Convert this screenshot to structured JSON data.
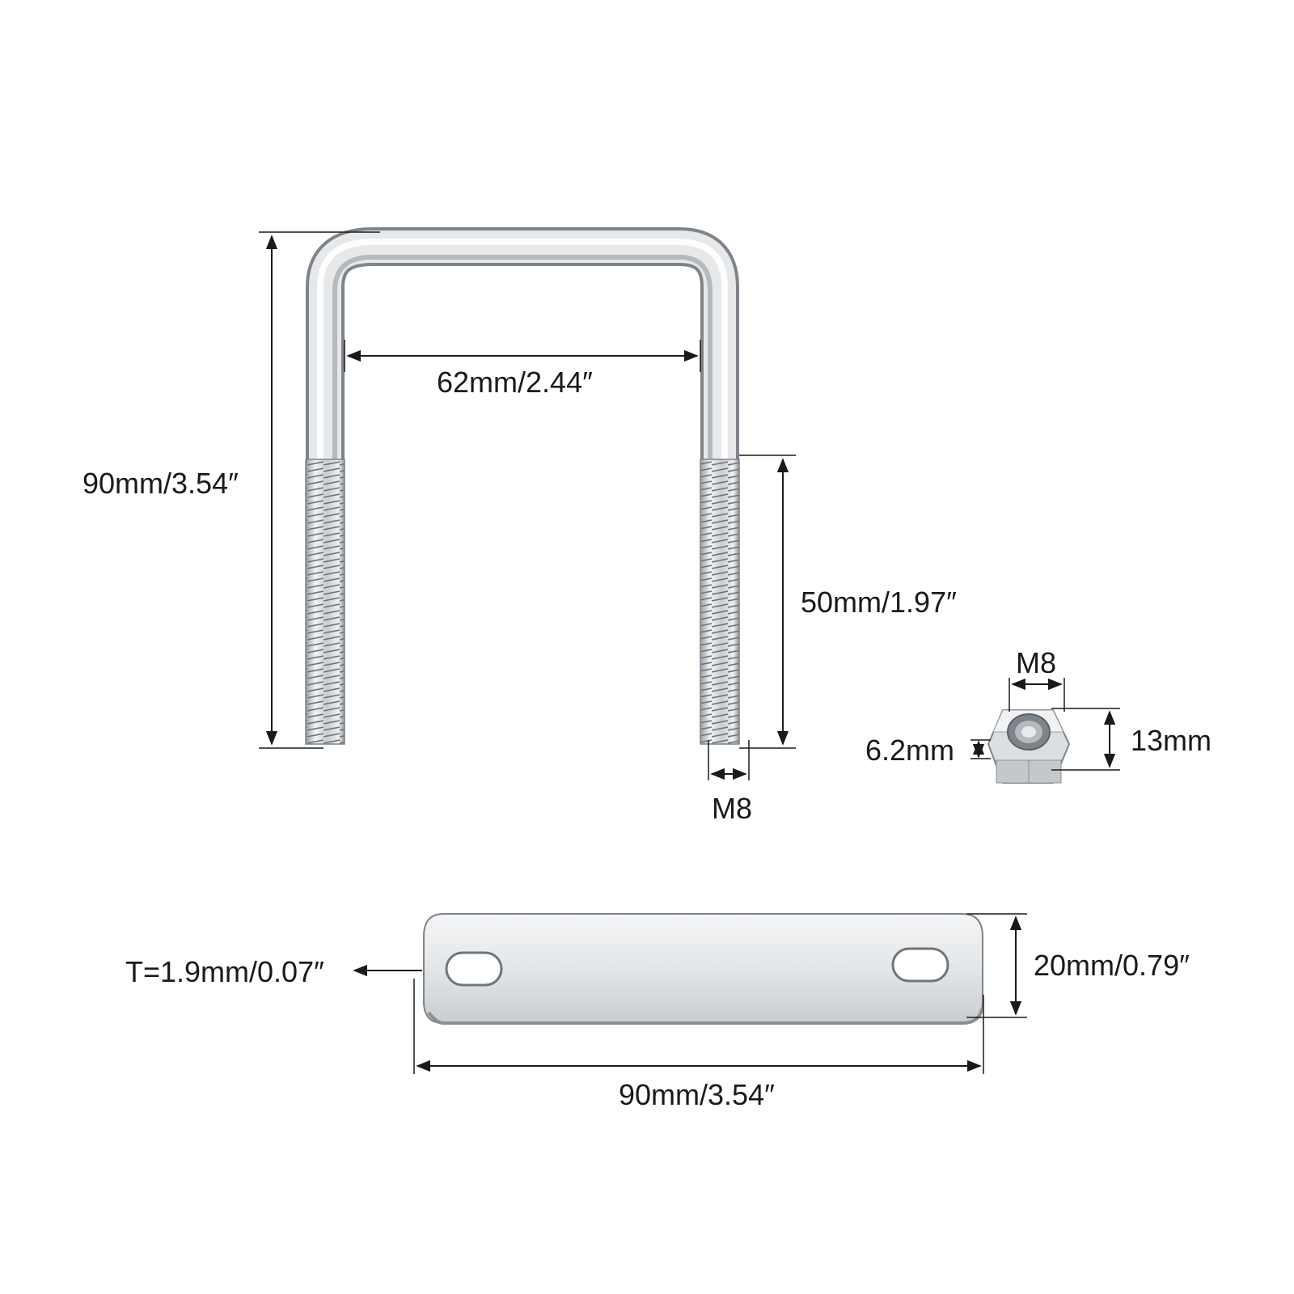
{
  "ubolt": {
    "height_label": "90mm/3.54″",
    "inner_width_label": "62mm/2.44″",
    "thread_length_label": "50mm/1.97″",
    "thread_size_label": "M8"
  },
  "nut": {
    "thread_label": "M8",
    "thickness_label": "6.2mm",
    "width_label": "13mm"
  },
  "plate": {
    "thickness_label": "T=1.9mm/0.07″",
    "height_label": "20mm/0.79″",
    "length_label": "90mm/3.54″"
  },
  "colors": {
    "steel_light": "#e8eaec",
    "steel_mid": "#c4c8cc",
    "steel_dark": "#8a8f95",
    "ink": "#1a1a1a"
  }
}
